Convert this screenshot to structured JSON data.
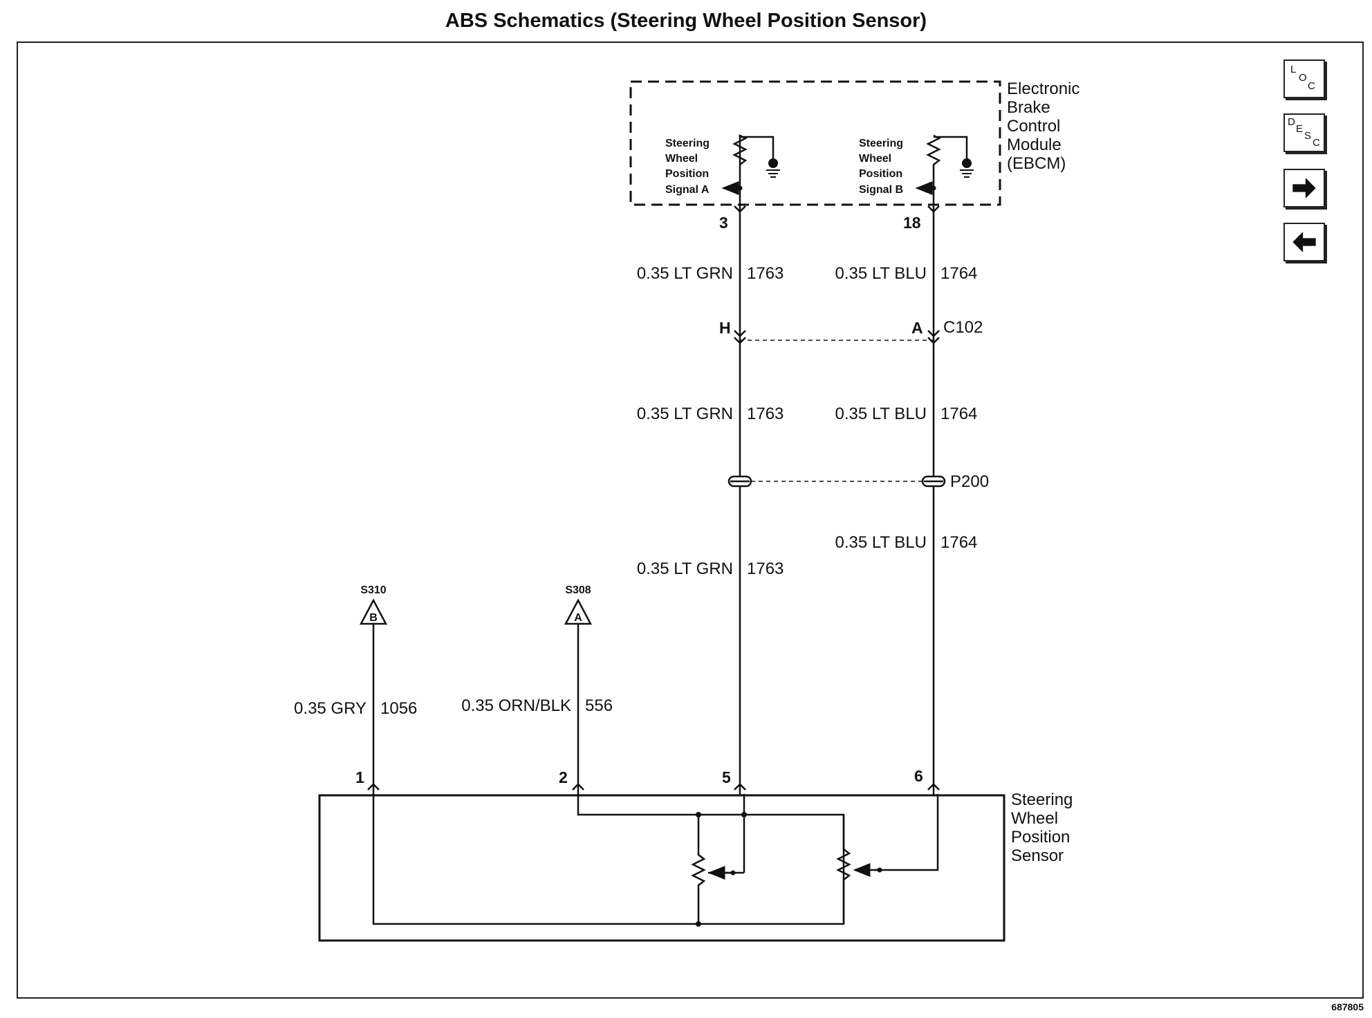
{
  "title": "ABS Schematics (Steering Wheel Position Sensor)",
  "figure_id": "687805",
  "nav": {
    "loc": {
      "l1": "L",
      "l2": "O",
      "l3": "C"
    },
    "desc": {
      "l1": "D",
      "l2": "E",
      "l3": "S",
      "l4": "C"
    }
  },
  "ebcm": {
    "name_lines": [
      "Electronic",
      "Brake",
      "Control",
      "Module",
      "(EBCM)"
    ],
    "signal_a_lines": [
      "Steering",
      "Wheel",
      "Position",
      "Signal A"
    ],
    "signal_b_lines": [
      "Steering",
      "Wheel",
      "Position",
      "Signal B"
    ]
  },
  "pins": {
    "ebcm_a": "3",
    "ebcm_b": "18",
    "sensor_1": "1",
    "sensor_2": "2",
    "sensor_5": "5",
    "sensor_6": "6"
  },
  "connector": {
    "name": "C102",
    "pin_h": "H",
    "pin_a": "A"
  },
  "passthrough": {
    "name": "P200"
  },
  "wires": {
    "grn_1": {
      "label": "0.35 LT GRN",
      "circuit": "1763"
    },
    "blu_1": {
      "label": "0.35 LT BLU",
      "circuit": "1764"
    },
    "grn_2": {
      "label": "0.35 LT GRN",
      "circuit": "1763"
    },
    "blu_2": {
      "label": "0.35 LT BLU",
      "circuit": "1764"
    },
    "grn_3": {
      "label": "0.35 LT GRN",
      "circuit": "1763"
    },
    "blu_3": {
      "label": "0.35 LT BLU",
      "circuit": "1764"
    },
    "gry": {
      "label": "0.35 GRY",
      "circuit": "1056"
    },
    "orn": {
      "label": "0.35 ORN/BLK",
      "circuit": "556"
    }
  },
  "splices": {
    "s310": {
      "name": "S310",
      "letter": "B"
    },
    "s308": {
      "name": "S308",
      "letter": "A"
    }
  },
  "sensor": {
    "name_lines": [
      "Steering",
      "Wheel",
      "Position",
      "Sensor"
    ]
  }
}
